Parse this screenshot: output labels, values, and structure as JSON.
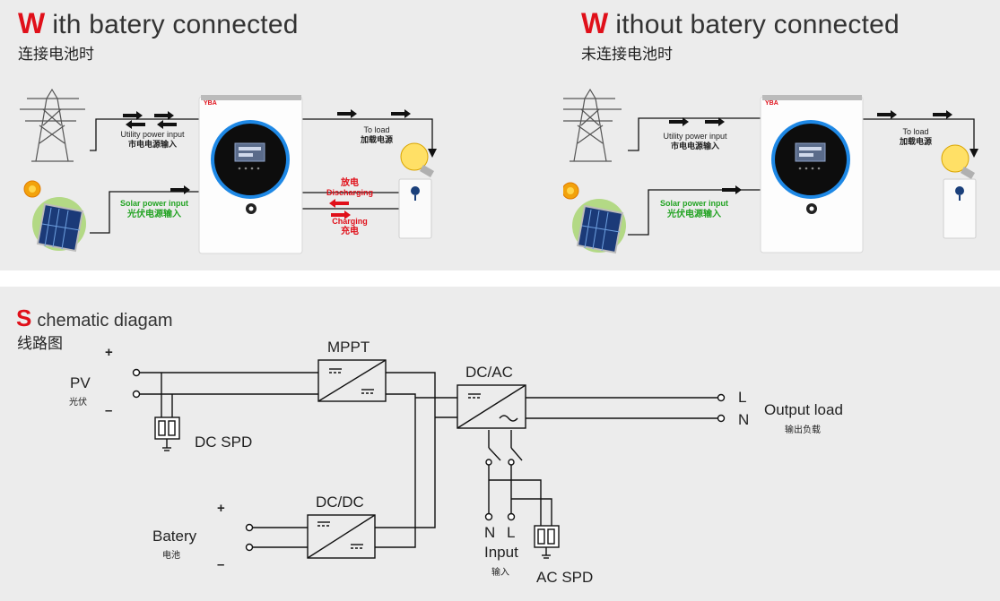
{
  "top": {
    "left": {
      "title_lead": "W",
      "title_rest": "ith batery connected",
      "subtitle": "连接电池时",
      "utility_en": "Utility power input",
      "utility_cn": "市电电源输入",
      "load_en": "To load",
      "load_cn": "加载电源",
      "solar_en": "Solar power input",
      "solar_cn": "光伏电源输入",
      "discharge_cn": "放电",
      "discharge_en": "Discharging",
      "charge_en": "Charging",
      "charge_cn": "充电",
      "brand": "YBA"
    },
    "right": {
      "title_lead": "W",
      "title_rest": "ithout batery connected",
      "subtitle": "未连接电池时",
      "utility_en": "Utility power input",
      "utility_cn": "市电电源输入",
      "load_en": "To load",
      "load_cn": "加载电源",
      "solar_en": "Solar power input",
      "solar_cn": "光伏电源输入",
      "brand": "YBA"
    }
  },
  "schematic": {
    "title_lead": "S",
    "title_rest": "chematic diagam",
    "subtitle": "线路图",
    "pv_plus": "+",
    "pv_minus": "–",
    "pv_en": "PV",
    "pv_cn": "光伏",
    "mppt": "MPPT",
    "dc_spd": "DC SPD",
    "dcac": "DC/AC",
    "dcdc": "DC/DC",
    "out_l": "L",
    "out_n": "N",
    "output_en": "Output load",
    "output_cn": "输出负载",
    "bat_plus": "+",
    "bat_minus": "–",
    "battery_en": "Batery",
    "battery_cn": "电池",
    "in_n": "N",
    "in_l": "L",
    "input_en": "Input",
    "input_cn": "输入",
    "ac_spd": "AC SPD"
  },
  "colors": {
    "accent_red": "#e0101a",
    "solar_green": "#23a323",
    "ring_blue": "#1e88e5",
    "background_gray": "#ececec"
  }
}
